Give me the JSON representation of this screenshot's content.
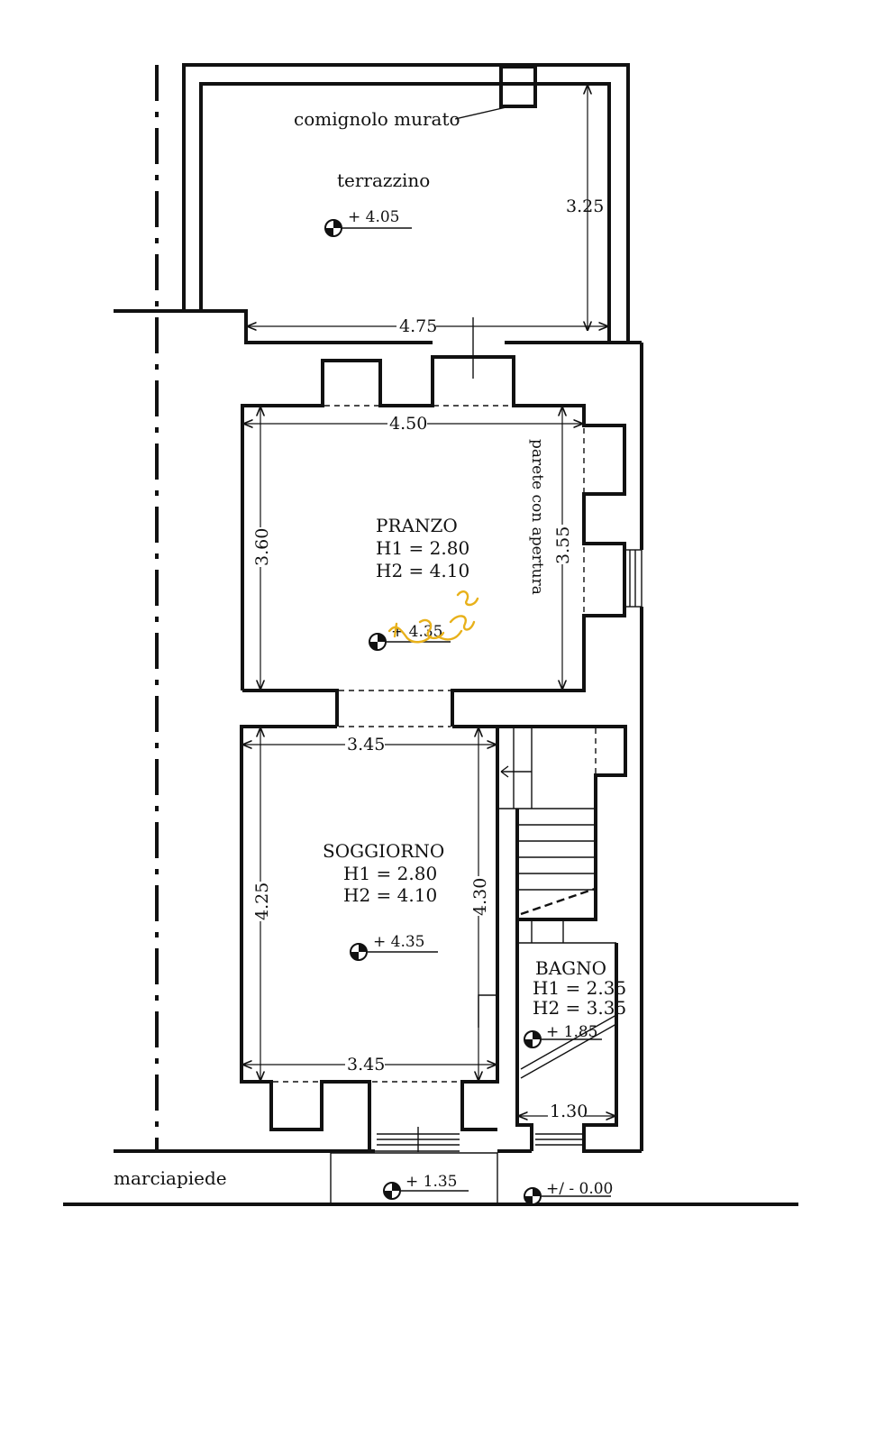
{
  "rooms": {
    "terrace": {
      "name": "terrazzino",
      "chimney_note": "comignolo murato",
      "elevation": "+ 4.05",
      "width": "4.75",
      "depth": "3.25"
    },
    "dining": {
      "name": "PRANZO",
      "h1": "H1 = 2.80",
      "h2": "H2 = 4.10",
      "elevation": "+ 4.35",
      "width": "4.50",
      "depth_left": "3.60",
      "depth_right": "3.55",
      "wall_note": "parete con apertura"
    },
    "living": {
      "name": "SOGGIORNO",
      "h1": "H1 = 2.80",
      "h2": "H2 = 4.10",
      "elevation": "+ 4.35",
      "width_top": "3.45",
      "width_bottom": "3.45",
      "depth_left": "4.25",
      "depth_right": "4.30"
    },
    "bath": {
      "name": "BAGNO",
      "h1": "H1 = 2.35",
      "h2": "H2 = 3.35",
      "elevation": "+ 1.85",
      "width": "1.30"
    }
  },
  "street": {
    "sidewalk": "marciapiede",
    "entrance_elevation": "+ 1.35",
    "ground_elevation": "+/ - 0.00"
  },
  "colors": {
    "ink": "#111111",
    "annotation": "#e8b11a"
  }
}
